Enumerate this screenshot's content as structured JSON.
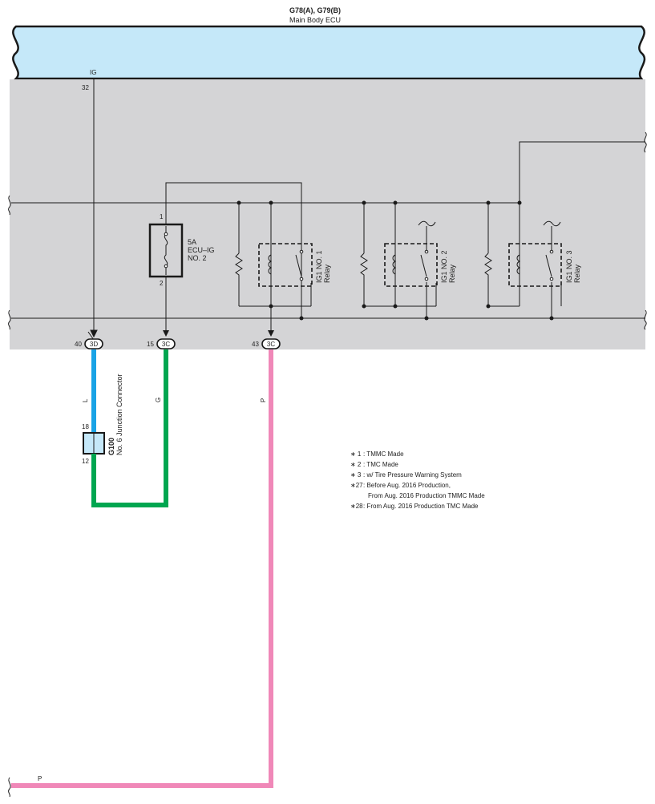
{
  "header": {
    "connector_ids": "G78(A), G79(B)",
    "ecu_name": "Main Body ECU"
  },
  "ecu_pin": {
    "signal": "IG",
    "number": "32"
  },
  "fuse": {
    "pin_top": "1",
    "pin_bottom": "2",
    "rating": "5A",
    "name_line1": "ECU–IG",
    "name_line2": "NO. 2"
  },
  "relays": [
    {
      "name": "IG1 NO. 1",
      "type": "Relay"
    },
    {
      "name": "IG1 NO. 2",
      "type": "Relay"
    },
    {
      "name": "IG1 NO. 3",
      "type": "Relay"
    }
  ],
  "junction_pins": [
    {
      "pin": "40",
      "connector": "3D"
    },
    {
      "pin": "15",
      "connector": "3C"
    },
    {
      "pin": "43",
      "connector": "3C"
    }
  ],
  "wire_colors": [
    {
      "code": "L",
      "color": "#19a3e6"
    },
    {
      "code": "G",
      "color": "#00a650"
    },
    {
      "code": "P",
      "color": "#f088b8"
    }
  ],
  "g100": {
    "id": "G100",
    "name": "No. 6 Junction Connector",
    "pin_top": "18",
    "pin_bottom": "12"
  },
  "continuation_label": "P",
  "notes": [
    {
      "key": "∗ 1",
      "text": ": TMMC Made"
    },
    {
      "key": "∗ 2",
      "text": ": TMC Made"
    },
    {
      "key": "∗ 3",
      "text": ": w/ Tire Pressure Warning System"
    },
    {
      "key": "∗27",
      "text": ": Before Aug.  2016 Production,"
    },
    {
      "key": "",
      "text": "From Aug.  2016 Production TMMC Made"
    },
    {
      "key": "∗28",
      "text": ": From Aug.  2016 Production TMC Made"
    }
  ],
  "colors": {
    "ecu_fill": "#c5e8f9",
    "block_fill": "#d4d4d6",
    "line": "#1a1a1a"
  }
}
